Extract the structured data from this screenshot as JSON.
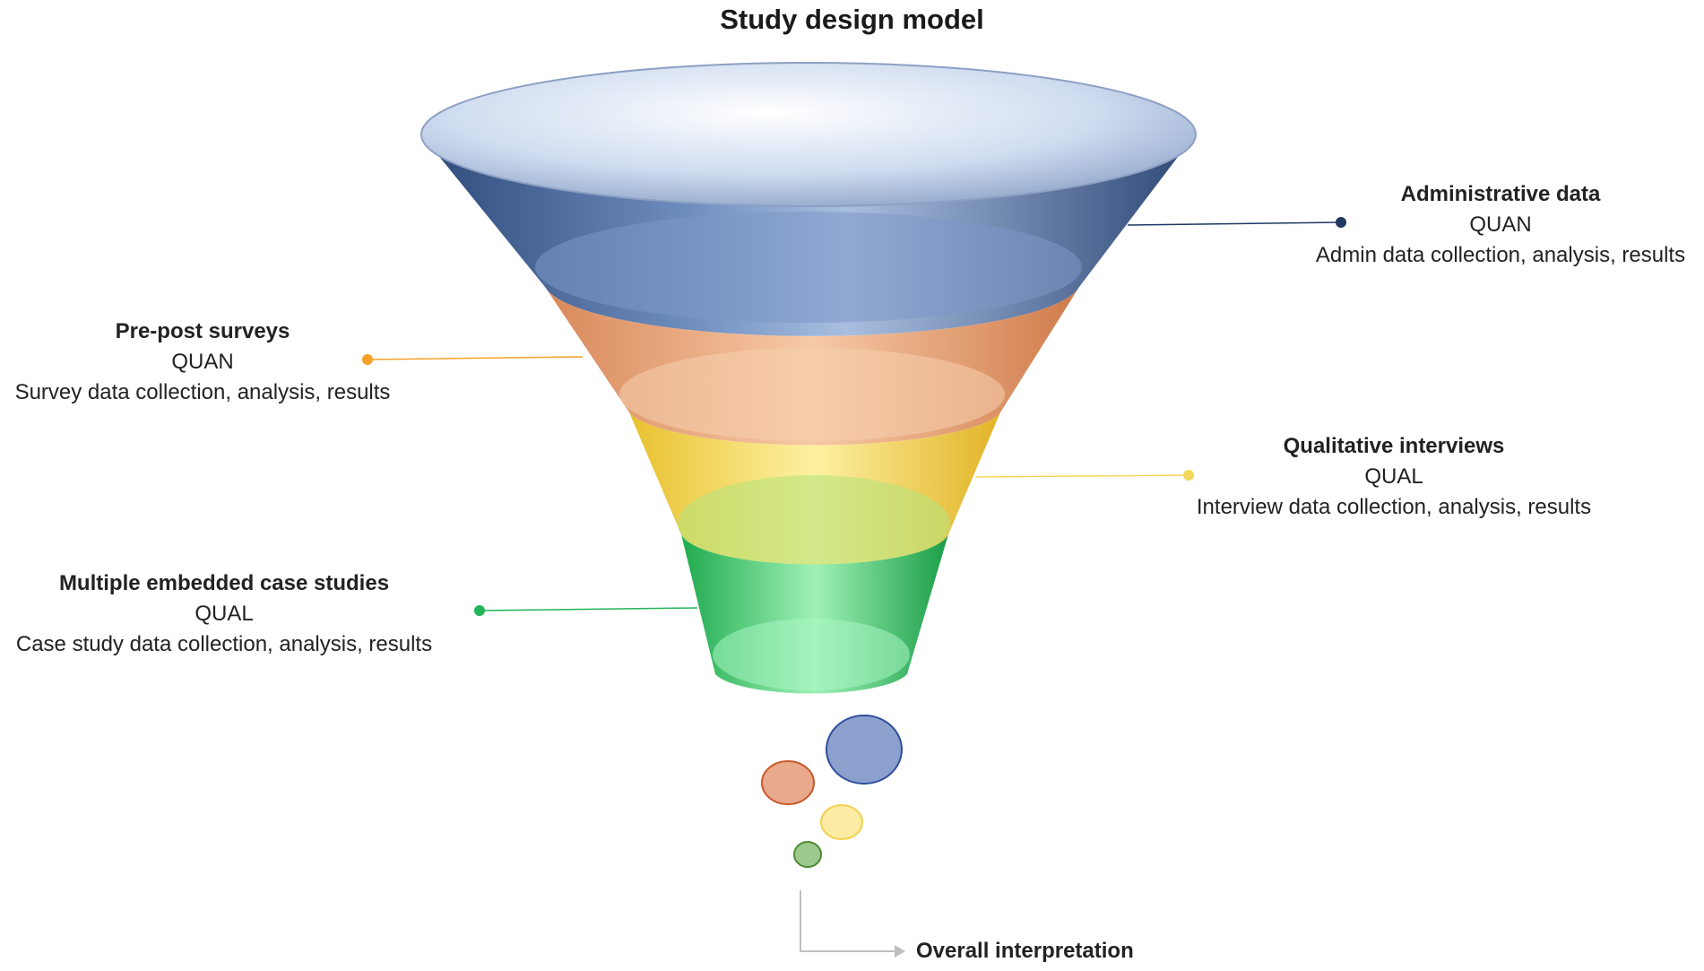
{
  "title": "Study design model",
  "colors": {
    "admin": "#1f3864",
    "survey": "#f4a12b",
    "qual": "#f5d65c",
    "case": "#21b357",
    "connector": "#bfbfbf"
  },
  "layers": [
    {
      "key": "admin",
      "heading": "Administrative data",
      "method": "QUAN",
      "description": "Admin data collection, analysis, results"
    },
    {
      "key": "survey",
      "heading": "Pre-post surveys",
      "method": "QUAN",
      "description": "Survey data collection, analysis, results"
    },
    {
      "key": "qual",
      "heading": "Qualitative interviews",
      "method": "QUAL",
      "description": "Interview data collection, analysis, results"
    },
    {
      "key": "case",
      "heading": "Multiple embedded case studies",
      "method": "QUAL",
      "description": "Case study data collection, analysis, results"
    }
  ],
  "output": {
    "label": "Overall interpretation"
  }
}
